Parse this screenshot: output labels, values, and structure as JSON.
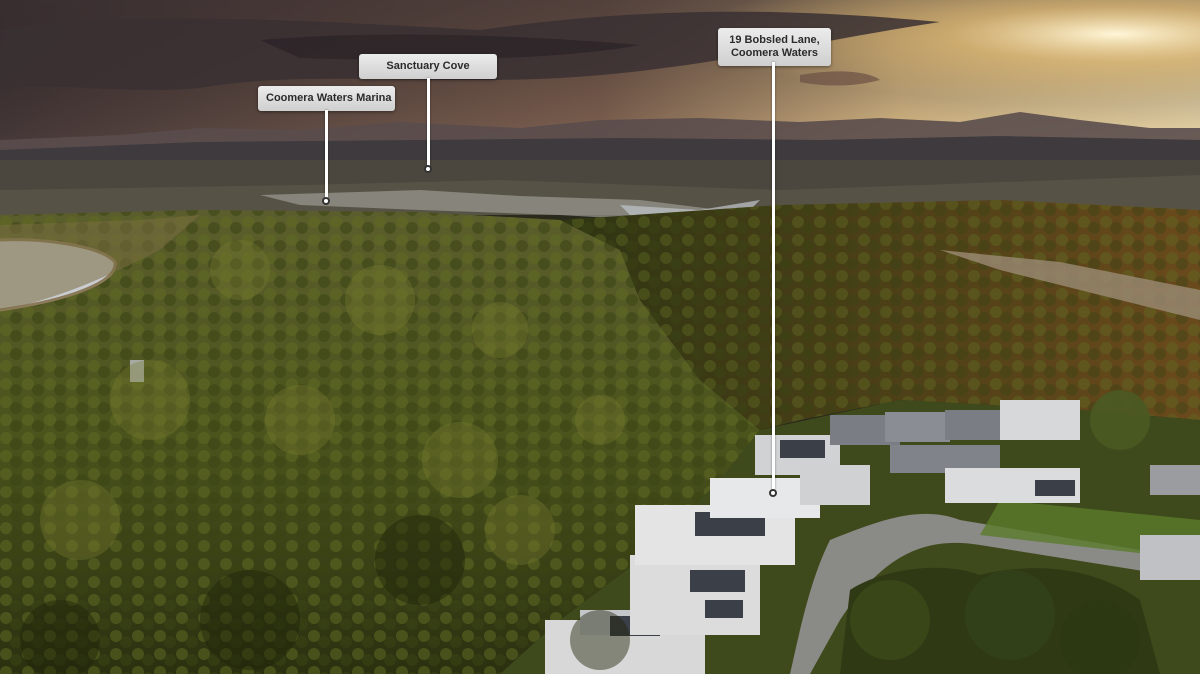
{
  "callouts": [
    {
      "id": "marina",
      "text": "Coomera Waters Marina"
    },
    {
      "id": "sanctuary",
      "text": "Sanctuary Cove"
    },
    {
      "id": "property",
      "line1": "19 Bobsled Lane,",
      "line2": "Coomera Waters"
    }
  ],
  "colors": {
    "sky_top": "#3b3236",
    "sky_glow": "#f6d9a0",
    "forest": "#4f5a1f",
    "water": "#c9cdd2",
    "label_bg": "#e2e2e2"
  },
  "icons": [
    "location-dot-icon"
  ]
}
